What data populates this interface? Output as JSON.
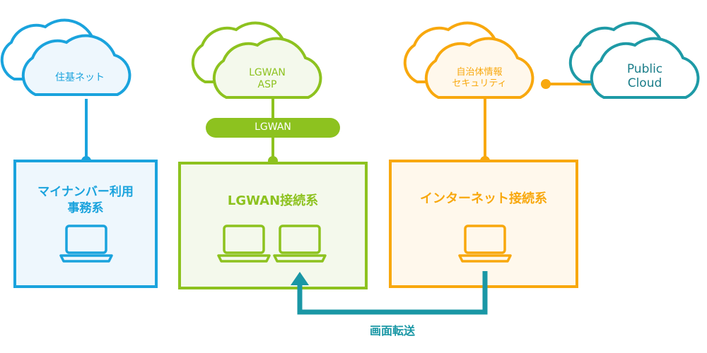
{
  "colors": {
    "blue": "#1aa3dd",
    "blue_fill": "#eef7fd",
    "green": "#8dc21f",
    "green_fill": "#f4f9ec",
    "orange": "#f8a80e",
    "orange_fill": "#fff8ec",
    "teal": "#1e9aa6",
    "transfer": "#1a97a5",
    "public_cloud_text": "#1a7d89"
  },
  "clouds": {
    "juki": {
      "label": "住基ネット",
      "icon": "cloud-icon"
    },
    "lgwan_asp": {
      "line1": "LGWAN",
      "line2": "ASP",
      "icon": "cloud-icon"
    },
    "jichitai": {
      "line1": "自治体情報",
      "line2": "セキュリティ",
      "icon": "cloud-icon"
    },
    "public": {
      "line1": "Public",
      "line2": "Cloud",
      "icon": "cloud-icon"
    }
  },
  "lgwan_bar": {
    "label": "LGWAN"
  },
  "zones": {
    "mynumber": {
      "line1": "マイナンバー利用",
      "line2": "事務系",
      "icon": "laptop-icon"
    },
    "lgwan": {
      "title": "LGWAN接続系",
      "icon": "laptop-icon"
    },
    "internet": {
      "title": "インターネット接続系",
      "icon": "laptop-icon"
    }
  },
  "transfer": {
    "label": "画面転送",
    "icon": "arrow-up-icon"
  }
}
